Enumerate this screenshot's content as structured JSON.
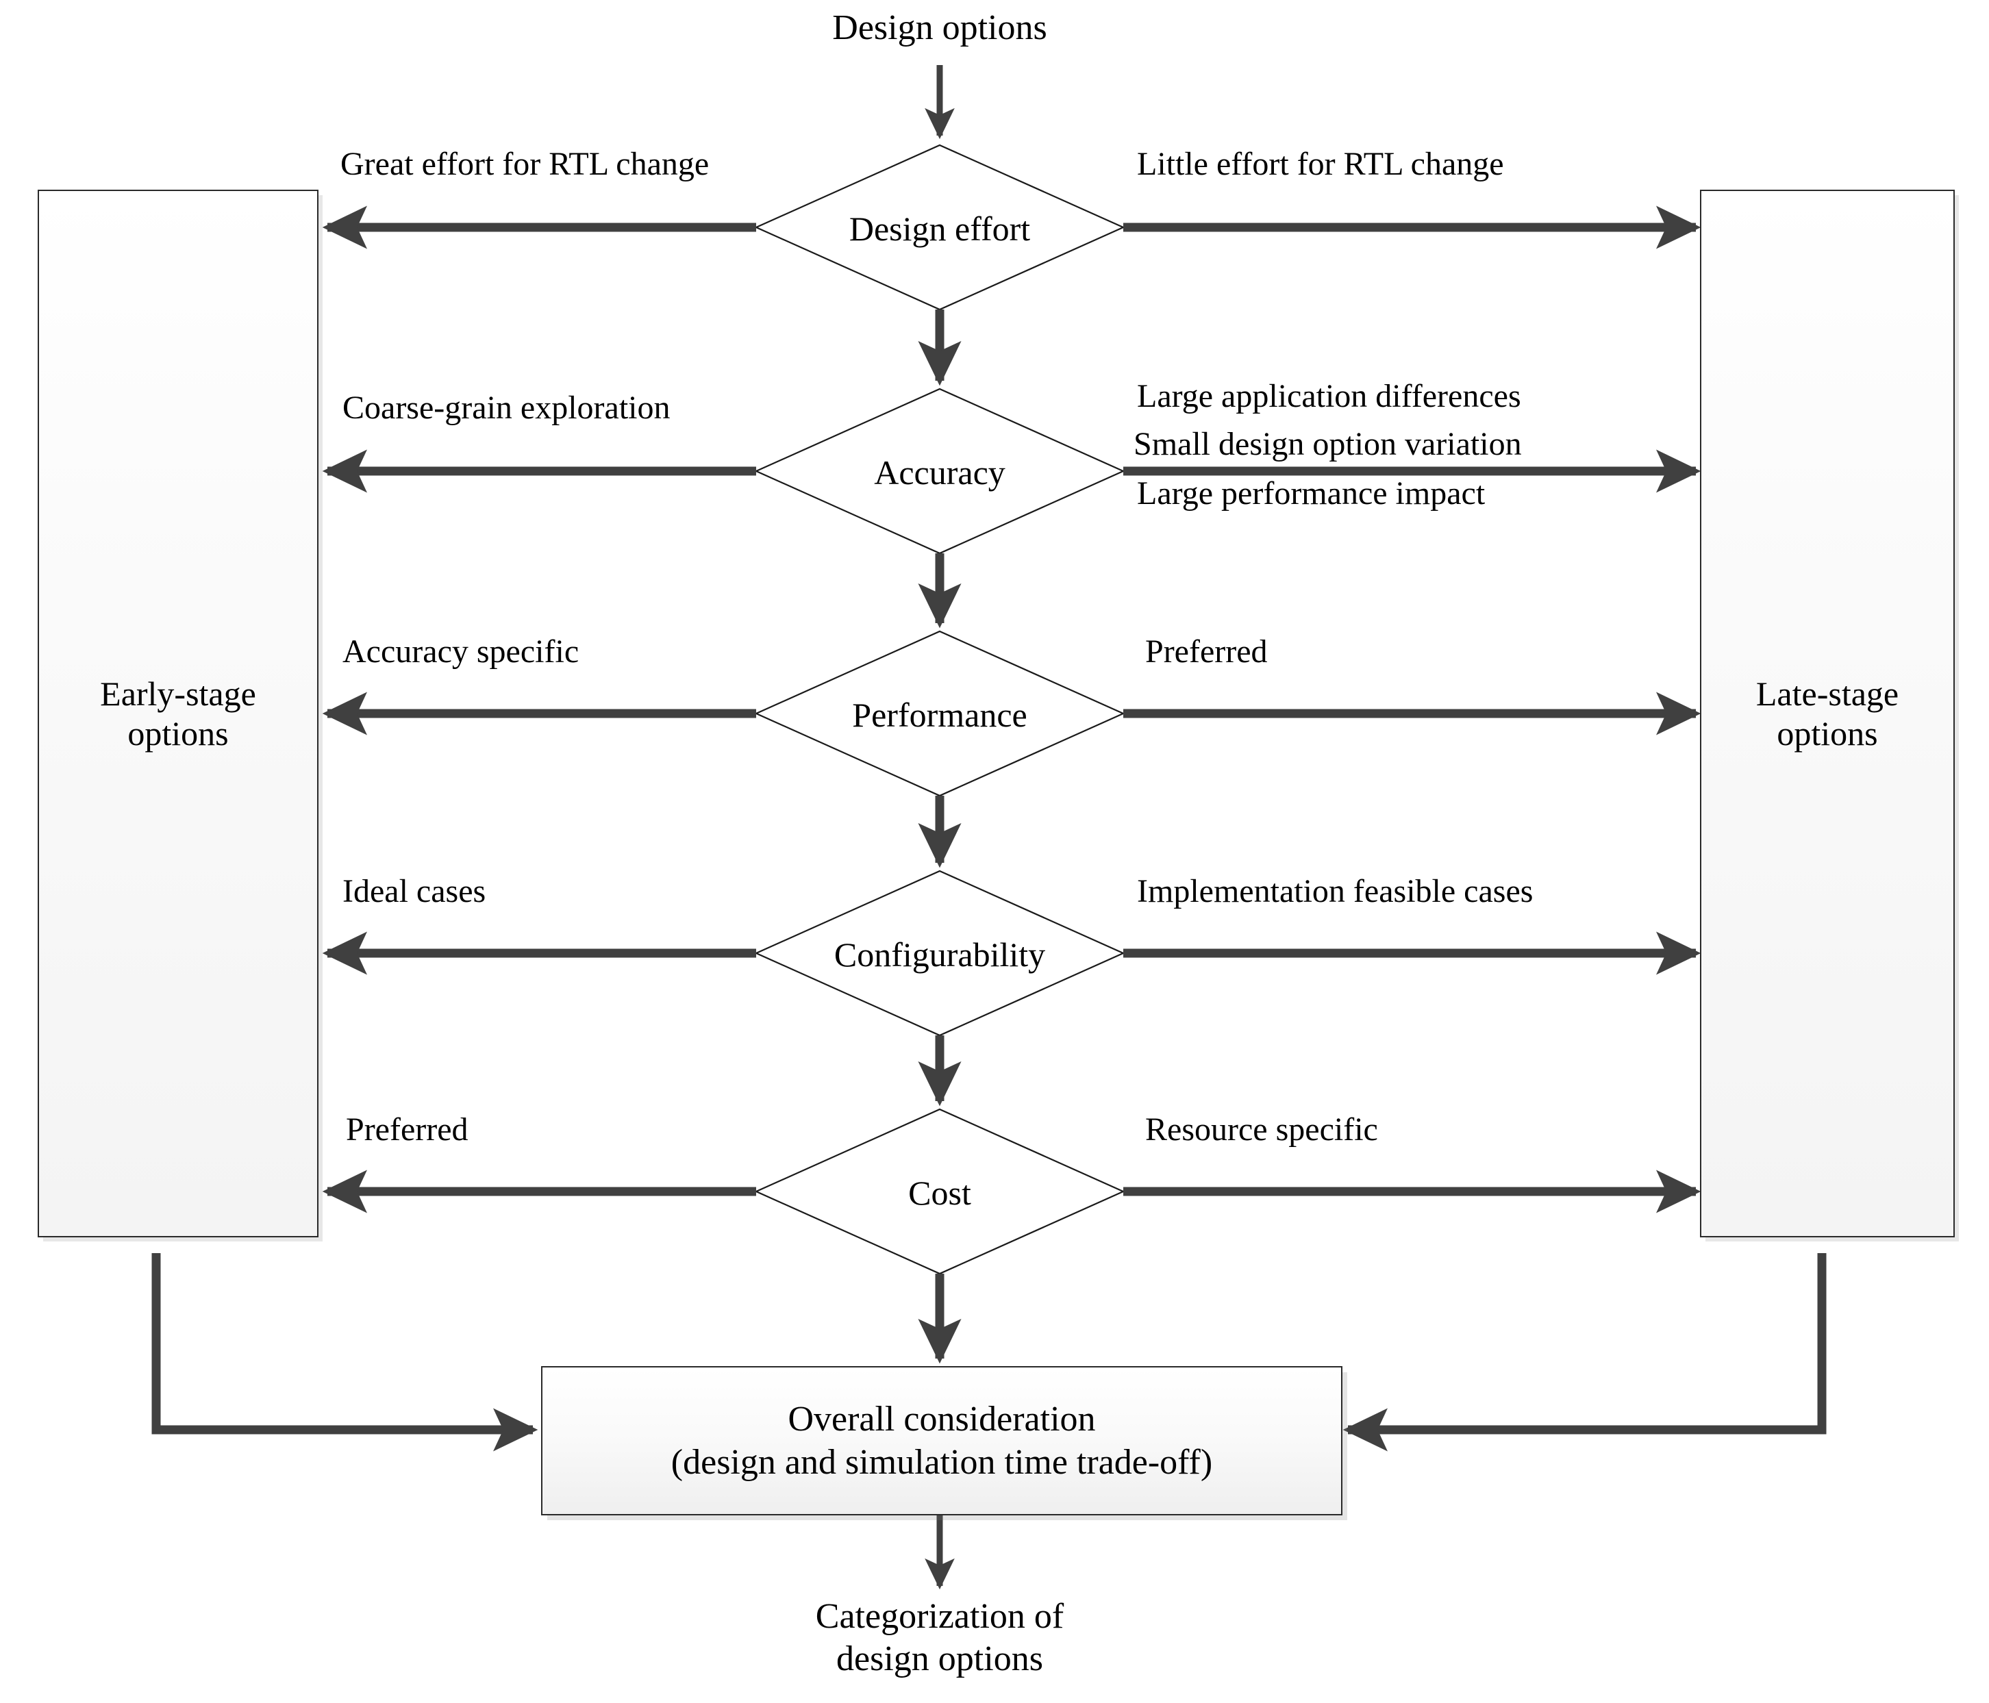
{
  "diagram": {
    "title": "Design option categorization flowchart",
    "entry_label": "Design options",
    "exit_label_line1": "Categorization of",
    "exit_label_line2": "design options",
    "left_box": {
      "line1": "Early-stage",
      "line2": "options"
    },
    "right_box": {
      "line1": "Late-stage",
      "line2": "options"
    },
    "bottom_box": {
      "line1": "Overall consideration",
      "line2": "(design and simulation time trade-off)"
    },
    "decisions": [
      {
        "id": "design-effort",
        "label": "Design effort",
        "left_label": [
          "Great effort for RTL change"
        ],
        "right_label": [
          "Little effort for RTL change"
        ]
      },
      {
        "id": "accuracy",
        "label": "Accuracy",
        "left_label": [
          "Coarse-grain exploration"
        ],
        "right_label": [
          "Large application differences",
          "Small design option variation",
          "Large performance impact"
        ]
      },
      {
        "id": "performance",
        "label": "Performance",
        "left_label": [
          "Accuracy specific"
        ],
        "right_label": [
          "Preferred"
        ]
      },
      {
        "id": "configurability",
        "label": "Configurability",
        "left_label": [
          "Ideal cases"
        ],
        "right_label": [
          "Implementation feasible cases"
        ]
      },
      {
        "id": "cost",
        "label": "Cost",
        "left_label": [
          "Preferred"
        ],
        "right_label": [
          "Resource specific"
        ]
      }
    ],
    "colors": {
      "connector": "#404040",
      "shape_border": "#1a1a1a",
      "box_fill": "#f7f7f7",
      "text": "#000000",
      "background": "#ffffff"
    }
  }
}
